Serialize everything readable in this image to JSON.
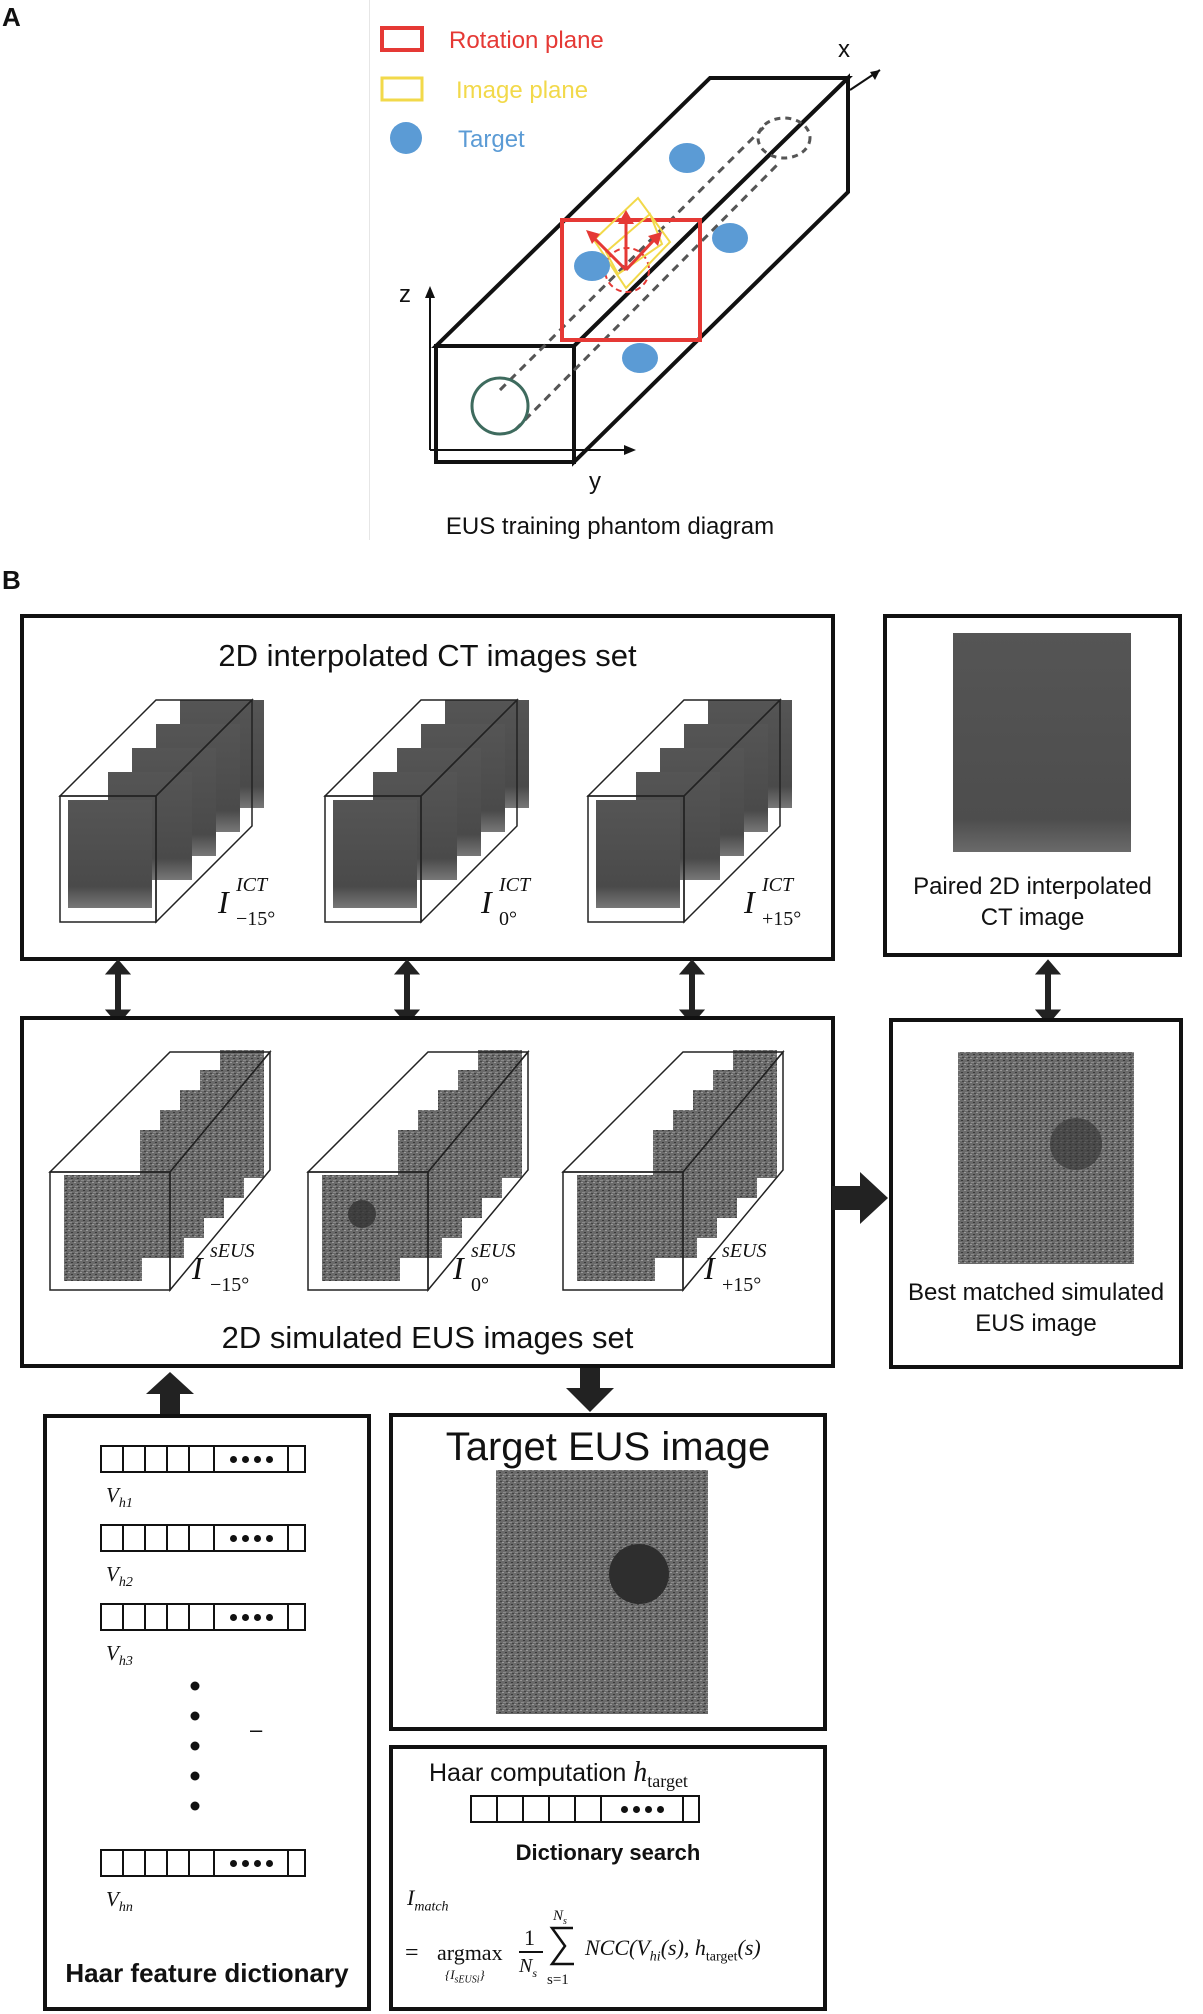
{
  "panel_a": {
    "letter": "A",
    "legend": [
      {
        "label": "Rotation plane",
        "color": "#e53935",
        "shape": "rect-outline"
      },
      {
        "label": "Image plane",
        "color": "#f2d94a",
        "shape": "rect-outline"
      },
      {
        "label": "Target",
        "color": "#5b9bd5",
        "shape": "circle-filled"
      }
    ],
    "axis_x": "x",
    "axis_y": "y",
    "axis_z": "z",
    "caption": "EUS training phantom diagram"
  },
  "panel_b": {
    "letter": "B",
    "ct_set": {
      "title": "2D interpolated CT images set",
      "labels": [
        {
          "base": "I",
          "sup": "ICT",
          "sub": "−15°"
        },
        {
          "base": "I",
          "sup": "ICT",
          "sub": "0°"
        },
        {
          "base": "I",
          "sup": "ICT",
          "sub": "+15°"
        }
      ]
    },
    "paired_ct": {
      "caption_line1": "Paired 2D interpolated",
      "caption_line2": "CT image"
    },
    "eus_set": {
      "title": "2D simulated EUS images set",
      "labels": [
        {
          "base": "I",
          "sup": "sEUS",
          "sub": "−15°"
        },
        {
          "base": "I",
          "sup": "sEUS",
          "sub": "0°"
        },
        {
          "base": "I",
          "sup": "sEUS",
          "sub": "+15°"
        }
      ]
    },
    "best_match": {
      "caption_line1": "Best matched simulated",
      "caption_line2": "EUS image"
    },
    "target": {
      "title": "Target EUS image"
    },
    "haar_dict": {
      "title": "Haar feature dictionary",
      "vectors": [
        {
          "base": "V",
          "sub": "h1"
        },
        {
          "base": "V",
          "sub": "h2"
        },
        {
          "base": "V",
          "sub": "h3"
        },
        {
          "base": "V",
          "sub": "hn"
        }
      ],
      "dash": "–"
    },
    "search": {
      "haar_text": "Haar computation",
      "h_target": "h",
      "h_target_sub": "target",
      "dict_search": "Dictionary search",
      "i_match": "I",
      "i_match_sub": "match",
      "eq": "=",
      "argmax": "argmax",
      "argmax_sub": "{I",
      "argmax_sub2": "sEUSi",
      "argmax_sub3": "}",
      "frac_num": "1",
      "frac_den": "N",
      "frac_den_sub": "s",
      "sum_top": "N",
      "sum_top_sub": "s",
      "sum_bottom": "s=1",
      "ncc": "NCC(V",
      "ncc_sub": "hi",
      "ncc_rest": "(s), h",
      "ncc_sub2": "target",
      "ncc_end": "(s)"
    }
  }
}
